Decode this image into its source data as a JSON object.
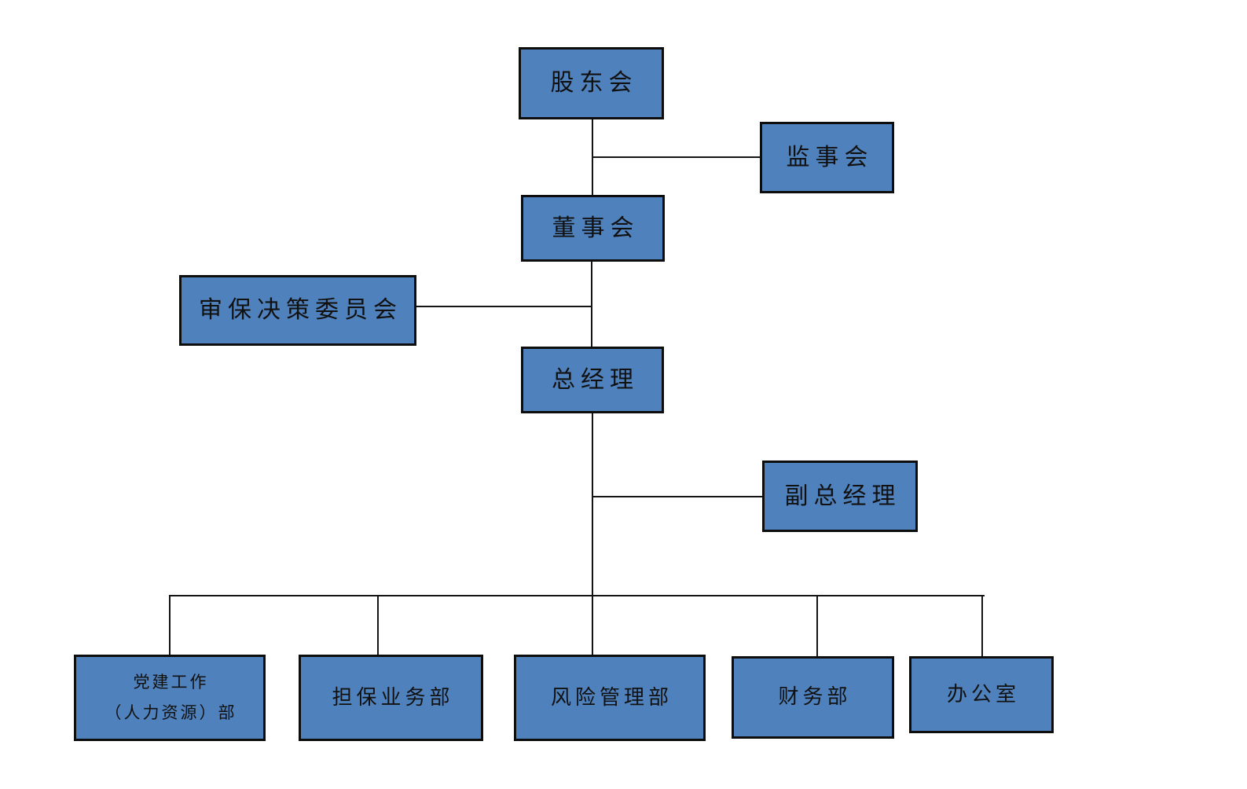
{
  "diagram": {
    "type": "org-chart",
    "nodes": {
      "shareholders": "股东会",
      "supervisory": "监事会",
      "board": "董事会",
      "committee": "审保决策委员会",
      "gm": "总经理",
      "dgm": "副总经理",
      "party_line1": "党建工作",
      "party_line2": "（人力资源）部",
      "guarantee": "担保业务部",
      "risk": "风险管理部",
      "finance": "财务部",
      "office": "办公室"
    },
    "edges": [
      {
        "from": "股东会",
        "to": "董事会"
      },
      {
        "from": "股东会",
        "to": "监事会"
      },
      {
        "from": "董事会",
        "to": "总经理"
      },
      {
        "from": "董事会",
        "to": "审保决策委员会"
      },
      {
        "from": "总经理",
        "to": "副总经理"
      },
      {
        "from": "总经理",
        "to": "党建工作（人力资源）部"
      },
      {
        "from": "总经理",
        "to": "担保业务部"
      },
      {
        "from": "总经理",
        "to": "风险管理部"
      },
      {
        "from": "总经理",
        "to": "财务部"
      },
      {
        "from": "总经理",
        "to": "办公室"
      }
    ]
  },
  "colors": {
    "node_fill": "#4f81bd",
    "node_border": "#0d0d0d",
    "line": "#141414",
    "text": "#111111",
    "background": "#ffffff"
  }
}
